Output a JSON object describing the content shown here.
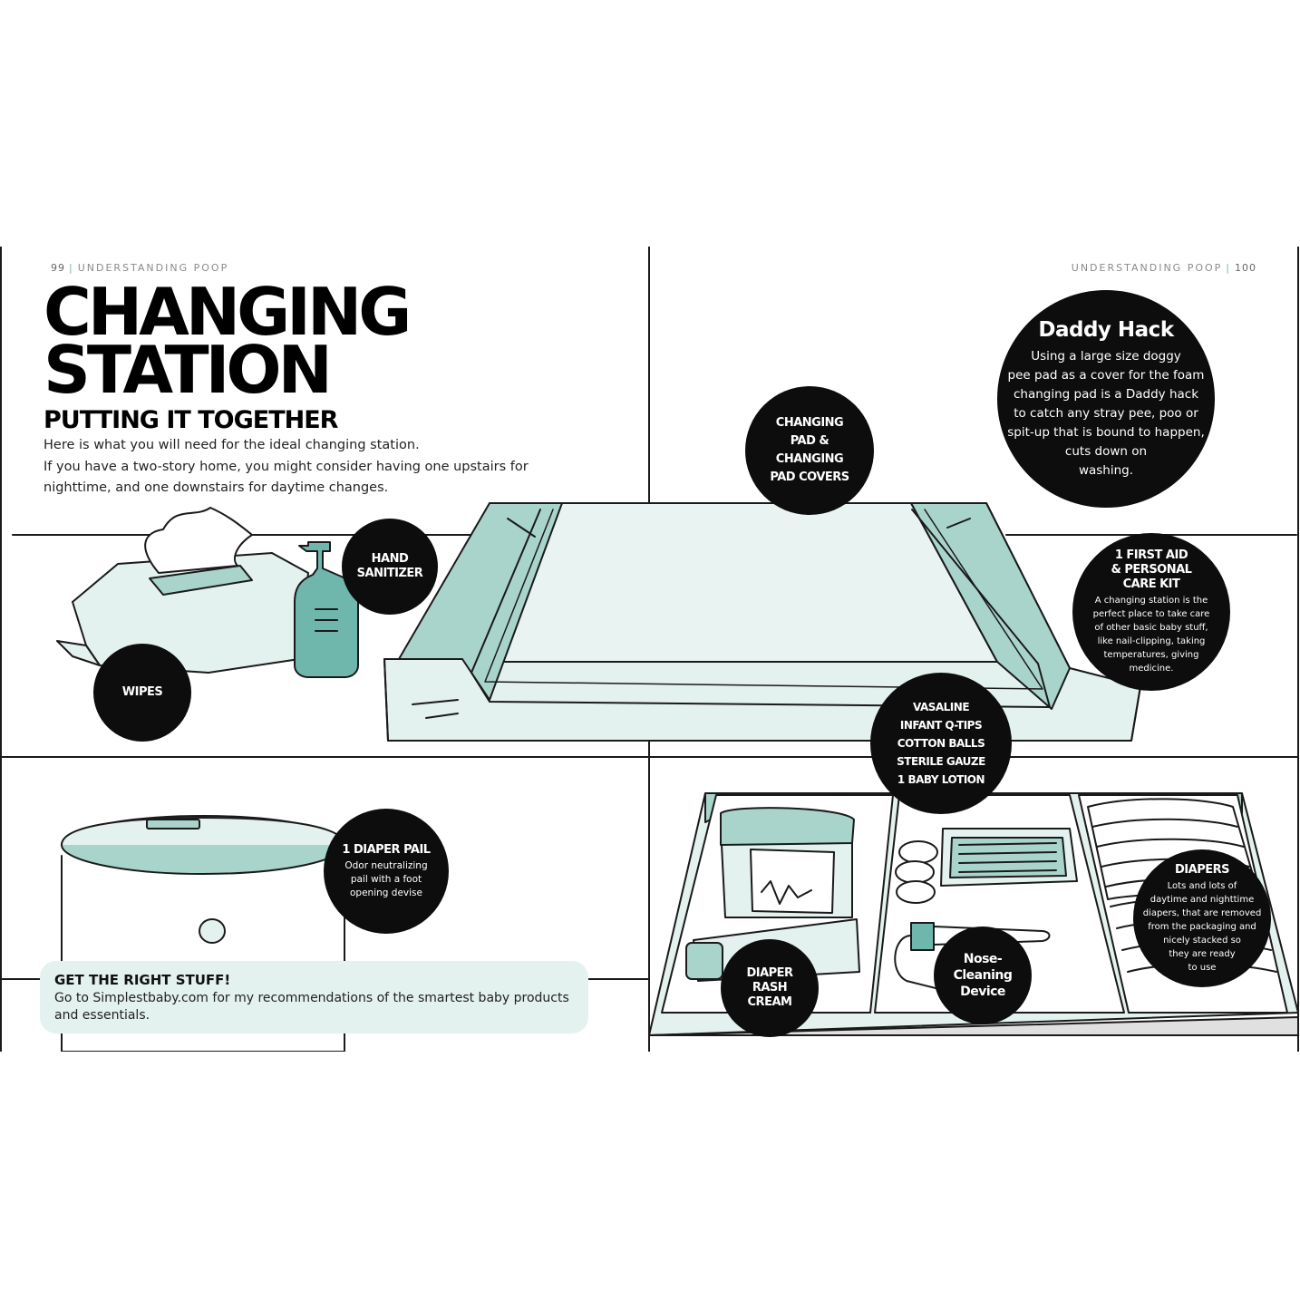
{
  "left_header": {
    "page_number": "99",
    "section": "UNDERSTANDING POOP"
  },
  "right_header": {
    "page_number": "100",
    "section": "UNDERSTANDING POOP"
  },
  "title": {
    "line1": "CHANGING",
    "line2": "STATION"
  },
  "subtitle": "PUTTING IT TOGETHER",
  "intro": {
    "line1": "Here is what you will need for the ideal changing station.",
    "line2": "If you have a two-story home, you might consider having one upstairs for nighttime, and one downstairs for daytime changes."
  },
  "labels": {
    "hand_sanitizer": "HAND\nSANITIZER",
    "wipes": "WIPES",
    "changing_pad": "CHANGING\nPAD &\nCHANGING\nPAD COVERS",
    "diaper_pail_title": "1 DIAPER PAIL",
    "diaper_pail_desc": "Odor neutralizing\npail with a foot\nopening devise",
    "first_aid_title": "1 FIRST AID\n& PERSONAL\nCARE KIT",
    "first_aid_desc": "A changing station is the\nperfect place to take care\nof other basic baby stuff,\nlike nail-clipping, taking\ntemperatures, giving\nmedicine.",
    "supplies": "VASALINE\nINFANT Q-TIPS\nCOTTON BALLS\nSTERILE GAUZE\n1 BABY LOTION",
    "rash_cream": "DIAPER\nRASH\nCREAM",
    "nose_device": "Nose-\nCleaning\nDevice",
    "diapers_title": "DIAPERS",
    "diapers_desc": "Lots and lots of\ndaytime and nighttime\ndiapers, that are removed\nfrom the packaging and\nnicely stacked so\nthey are ready\nto use"
  },
  "daddy_hack": {
    "title": "Daddy Hack",
    "body": "Using a large size doggy\npee pad as a cover for the foam\nchanging pad is a Daddy hack\nto catch any stray pee, poo or\nspit-up that is bound to happen,\ncuts down on\nwashing."
  },
  "callout": {
    "heading": "GET THE RIGHT STUFF!",
    "body": "Go to Simplestbaby.com for my recommendations of the smartest baby products and essentials."
  },
  "colors": {
    "accent": "#6fb7ad",
    "mint_light": "#e3f1ef",
    "mint_mid": "#a9d4cc",
    "ink": "#0d0d0d"
  },
  "icons": [
    "wipes-package-illustration",
    "soap-bottle-illustration",
    "changing-pad-illustration",
    "diaper-pail-illustration",
    "drawer-organizer-illustration"
  ]
}
